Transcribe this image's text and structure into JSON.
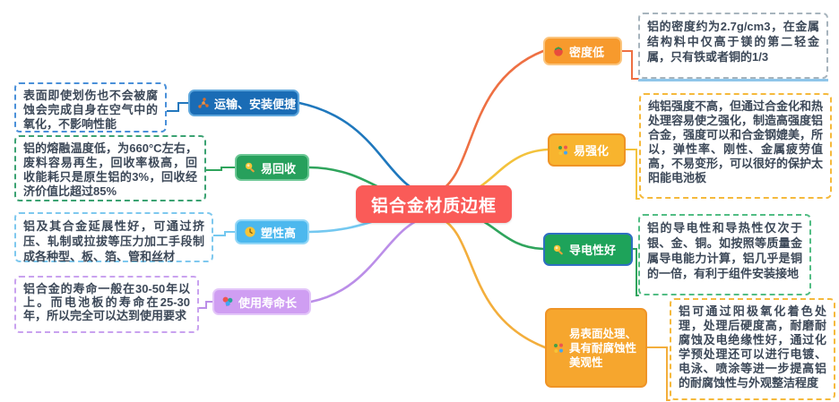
{
  "central": {
    "label": "铝合金材质边框"
  },
  "left_branches": [
    {
      "label": "运输、安装便捷",
      "icon": "molecule-icon",
      "note": "表面即使划伤也不会被腐蚀会完成自身在空气中的氧化，不影响性能"
    },
    {
      "label": "易回收",
      "icon": "magnifier-icon",
      "note": "铝的熔融温度低，为660°C左右，废料容易再生，回收率极高，回收能耗只是原生铝的3%，回收经济价值比超过85%"
    },
    {
      "label": "塑性高",
      "icon": "clock-icon",
      "note": "铝及其合金延展性好，可通过挤压、轧制或拉拔等压力加工手段制成各种型、板、箔、管和丝材"
    },
    {
      "label": "使用寿命长",
      "icon": "balloons-icon",
      "note": "铝合金的寿命一般在30-50年以上。而电池板的寿命在25-30年，所以完全可以达到使用要求"
    }
  ],
  "right_branches": [
    {
      "label": "密度低",
      "icon": "tomato-icon",
      "note": "铝的密度约为2.7g/cm3，在金属结构料中仅高于镁的第二轻金属，只有铁或者铜的1/3"
    },
    {
      "label": "易强化",
      "icon": "color-dots-icon",
      "note": "纯铝强度不高，但通过合金化和热处理容易使之强化，制造高强度铝合金，强度可以和合金钢媲美，所以，弹性率、刚性、金属疲劳值高，不易变形，可以很好的保护太阳能电池板"
    },
    {
      "label": "导电性好",
      "icon": "magnifier-icon",
      "note": "铝的导电性和导热性仅次于银、金、铜。如按照等质量金属导电能力计算，铝几乎是铜的一倍，有利于组件安装接地"
    },
    {
      "label": "易表面处理、具有耐腐蚀性美观性",
      "icon": "color-dots-icon",
      "note": "铝可通过阳极氧化着色处理，处理后硬度高，耐磨耐腐蚀及电绝缘性好，通过化学预处理还可以进行电镀、电泳、喷涂等进一步提高铝的耐腐蚀性与外观整洁程度"
    }
  ],
  "colors": {
    "central_bg": "#fa5b58",
    "node_transport": "#1a6cb5",
    "node_recycle": "#27a05c",
    "node_plasticity": "#4cb8ee",
    "node_lifespan": "#cf9ef2",
    "node_density": "#f79a2d",
    "node_strengthen": "#f8b42e",
    "node_conductivity": "#1ea35a",
    "node_surface": "#f6a62e",
    "edge_blue": "#1f78bd",
    "edge_green": "#2fa45c",
    "edge_lightblue": "#74c8f0",
    "edge_purple": "#bb8ee8",
    "edge_red_orange": "#ee7043",
    "edge_yellow": "#f3c23c",
    "edge_orange": "#f3ae3c",
    "note_text": "#3c4858"
  }
}
